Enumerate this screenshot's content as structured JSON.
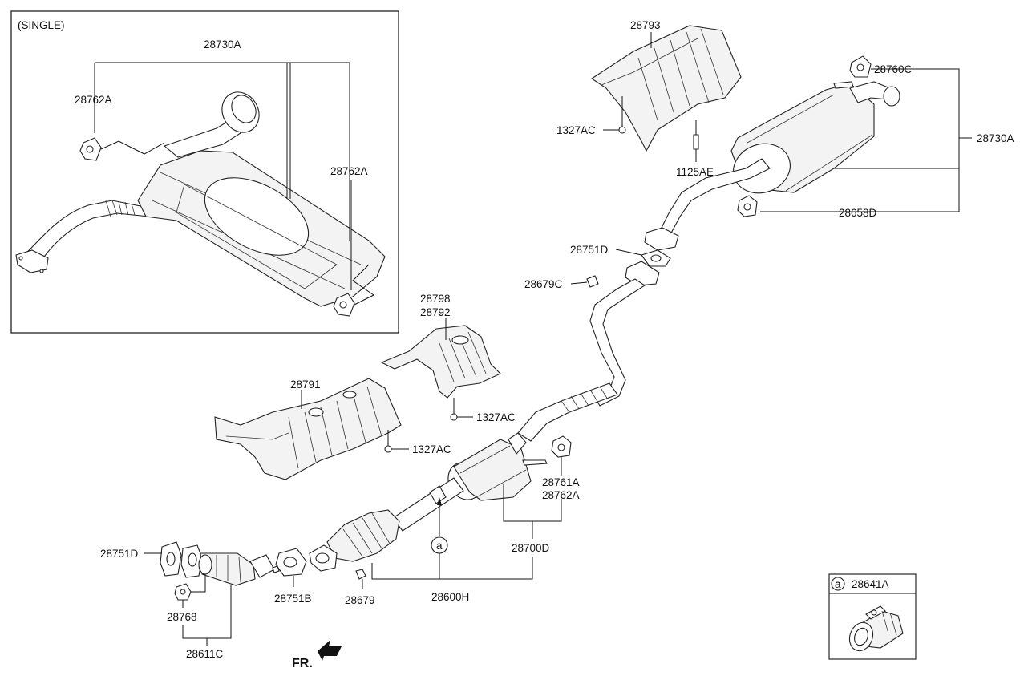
{
  "inset": {
    "title": "(SINGLE)",
    "labels": {
      "muffler": "28730A",
      "hanger_left": "28762A",
      "hanger_right": "28762A"
    }
  },
  "labels": {
    "heat_shield_rear": "28793",
    "hanger_rubber_rear": "28760C",
    "muffler_assy": "28730A",
    "nut_rear": "1327AC",
    "bolt_rear": "1125AE",
    "hanger_rubber_mid": "28658D",
    "gasket_mid": "28751D",
    "nut_mid": "28679C",
    "heat_shield_center_a": "28798",
    "heat_shield_center_b": "28792",
    "nut_center": "1327AC",
    "heat_shield_front": "28791",
    "nut_front": "1327AC",
    "hanger_center_a": "28761A",
    "hanger_center_b": "28762A",
    "center_muffler": "28700D",
    "clamp_ref": "a",
    "gasket_front": "28751D",
    "hanger_front": "28768",
    "cat_converter": "28611C",
    "gasket_flange": "28751B",
    "nut_flange": "28679",
    "front_pipe": "28600H",
    "direction": "FR."
  },
  "legend": {
    "ref": "a",
    "part": "28641A"
  }
}
